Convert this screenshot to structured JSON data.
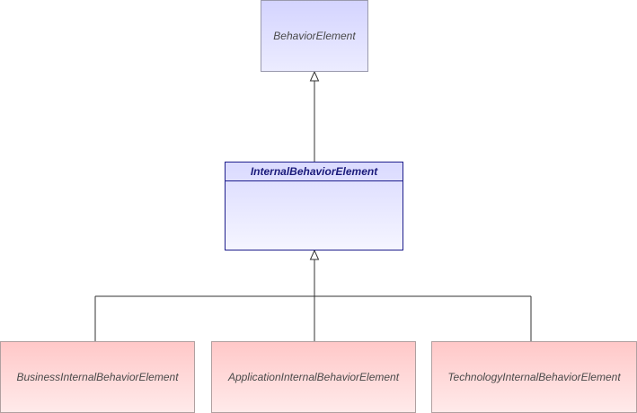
{
  "diagram": {
    "parent": {
      "label": "BehaviorElement"
    },
    "focus": {
      "label": "InternalBehaviorElement"
    },
    "children": [
      {
        "label": "BusinessInternalBehaviorElement"
      },
      {
        "label": "ApplicationInternalBehaviorElement"
      },
      {
        "label": "TechnologyInternalBehaviorElement"
      }
    ]
  },
  "colors": {
    "parent_fill": "#d4d4ff",
    "focus_border": "#1e1e8c",
    "child_fill": "#ffc8c8",
    "connector": "#333333"
  }
}
